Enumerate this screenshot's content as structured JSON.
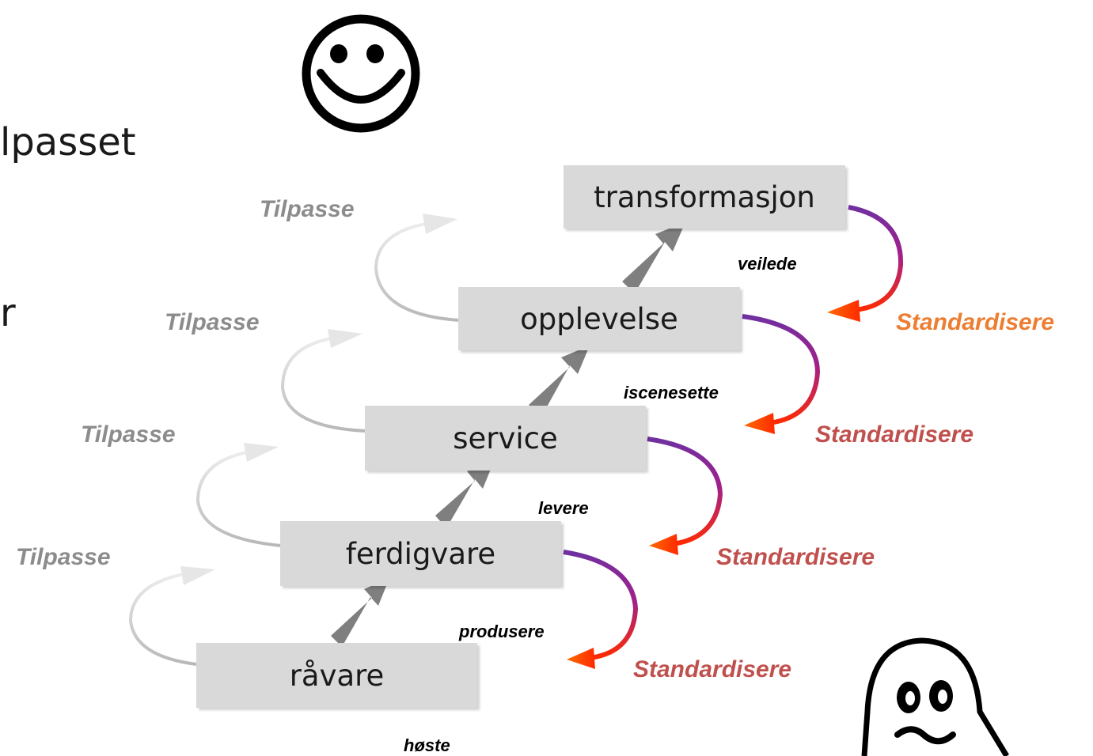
{
  "cut_text": {
    "line1": "lpasset",
    "line2": "r"
  },
  "stages": [
    {
      "id": "ravare",
      "label": "råvare",
      "action": "høste"
    },
    {
      "id": "ferdigvare",
      "label": "ferdigvare",
      "action": "produsere"
    },
    {
      "id": "service",
      "label": "service",
      "action": "levere"
    },
    {
      "id": "opplevelse",
      "label": "opplevelse",
      "action": "iscenesette"
    },
    {
      "id": "transformasjon",
      "label": "transformasjon",
      "action": "veilede"
    }
  ],
  "tilpasse_labels": [
    "Tilpasse",
    "Tilpasse",
    "Tilpasse",
    "Tilpasse"
  ],
  "standardisere_labels": [
    "Standardisere",
    "Standardisere",
    "Standardisere",
    "Standardisere"
  ],
  "icons": [
    "smiley-icon",
    "ghost-icon"
  ],
  "colors": {
    "box": "#d9d9d9",
    "up_arrow": "#7f7f7f",
    "tilpasse": "#8c8c8c",
    "standardisere": "#c0504d",
    "standardisere_top": "#ed7d31",
    "curve_start": "#7030a0",
    "curve_end": "#ff3300"
  }
}
